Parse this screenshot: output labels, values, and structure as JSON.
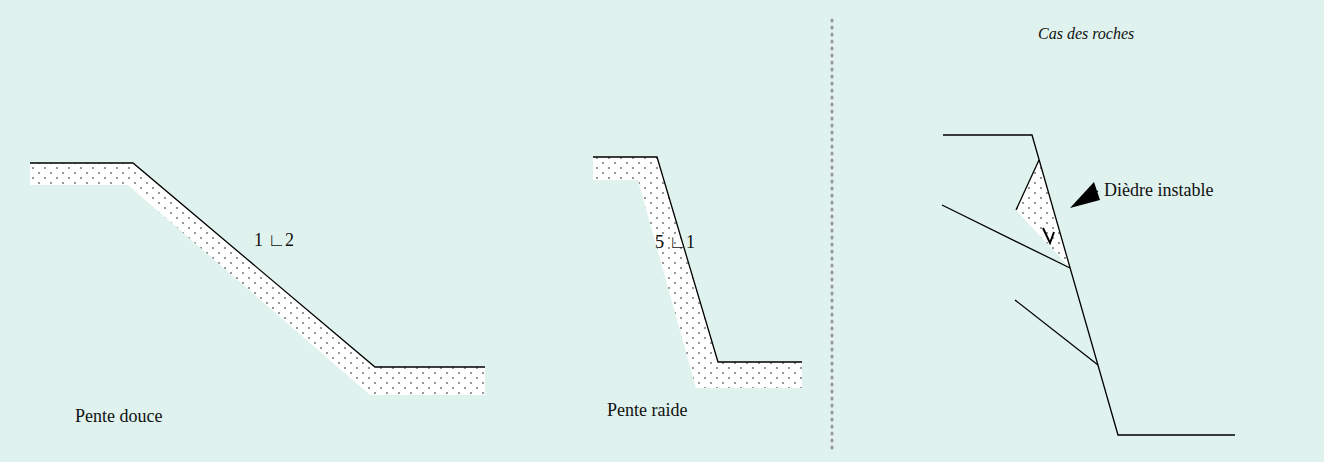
{
  "diagram": {
    "labels": [
      "Cas des roches",
      "Dièdre instable",
      "1 ∟2",
      "5 ∟1",
      "Pente douce",
      "Pente raide"
    ]
  }
}
